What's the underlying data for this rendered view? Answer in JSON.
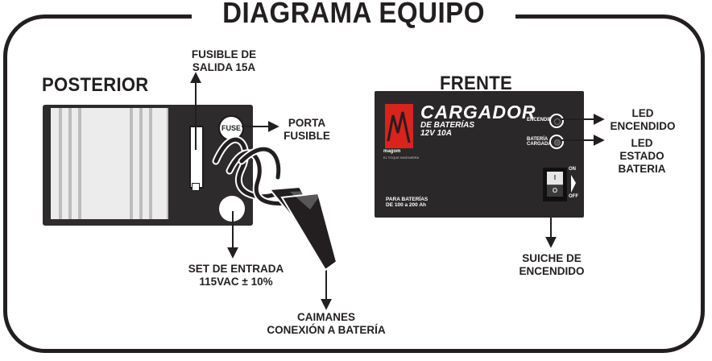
{
  "title": "DIAGRAMA EQUIPO",
  "rear": {
    "heading": "POSTERIOR",
    "fuse_button_text": "FUSE",
    "labels": {
      "fusible_line1": "FUSIBLE DE",
      "fusible_line2": "SALIDA 15A",
      "porta_line1": "PORTA",
      "porta_line2": "FUSIBLE",
      "set_line1": "SET DE ENTRADA",
      "set_line2": "115VAC ± 10%",
      "caimanes_line1": "CAIMANES",
      "caimanes_line2": "CONEXIÓN A BATERÍA"
    }
  },
  "front": {
    "heading": "FRENTE",
    "brand": "CARGADOR",
    "brand_sub1": "DE BATERÍAS",
    "brand_sub2": "12V 10A",
    "logo_text": "magom",
    "logo_tagline": "EL TOQUE INGENIERÍA",
    "led1_small": "ENCENDIDO",
    "led2_small_line1": "BATERÍA",
    "led2_small_line2": "CARGADA",
    "note_line1": "PARA BATERÍAS",
    "note_line2": "DE 100 a 200 Ah",
    "switch_on": "ON",
    "switch_off": "OFF",
    "switch_i": "I",
    "switch_o": "O",
    "labels": {
      "led1_line1": "LED",
      "led1_line2": "ENCENDIDO",
      "led2_line1": "LED",
      "led2_line2": "ESTADO",
      "led2_line3": "BATERIA",
      "suiche_line1": "SUICHE DE",
      "suiche_line2": "ENCENDIDO"
    }
  },
  "colors": {
    "panel": "#2b2829",
    "ink": "#231f20",
    "logo_red": "#d9231d"
  }
}
